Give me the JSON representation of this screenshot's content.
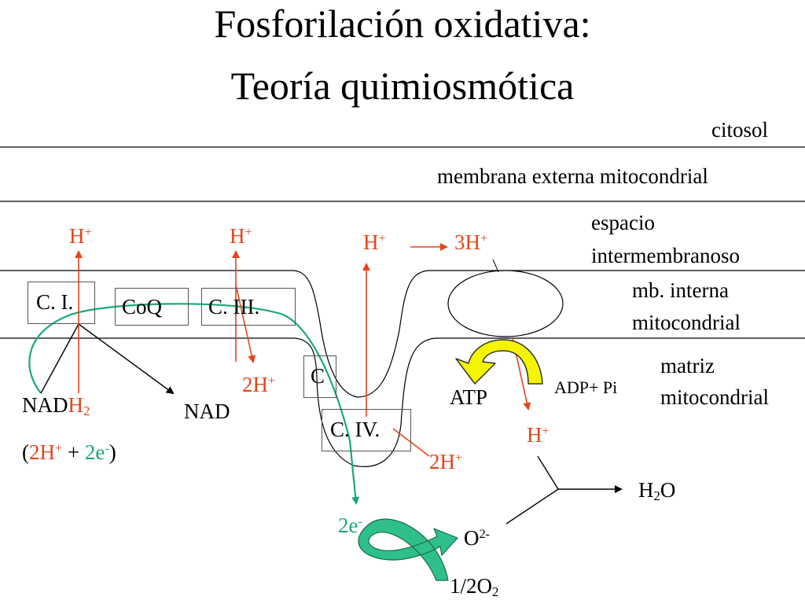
{
  "title": {
    "line1": "Fosforilación oxidativa:",
    "line2": "Teoría quimiosmótica"
  },
  "regions": {
    "cytosol": "citosol",
    "outer_membrane": "membrana externa mitocondrial",
    "intermembrane_line1": "espacio",
    "intermembrane_line2": "intermembranoso",
    "inner_membrane_line1": "mb. interna",
    "inner_membrane_line2": "mitocondrial",
    "matrix_line1": "matriz",
    "matrix_line2": "mitocondrial"
  },
  "complexes": {
    "c1": "C. I.",
    "coq": "CoQ",
    "c3": "C. III.",
    "c": "C",
    "c4": "C. IV."
  },
  "labels": {
    "h_base": "H",
    "plus": "+",
    "h1": "H",
    "h2": "H",
    "h3": "H",
    "h3_count": "3",
    "h_matrix_1_prefix": "2",
    "h_matrix_2_prefix": "2",
    "h_bottom": "H",
    "nad": "NAD",
    "nadh_prefix": "NAD",
    "nadh_suffix": "H",
    "nadh_sub": "2",
    "paren_open": "(",
    "two_h": "2H",
    "plus_sign": "+",
    "two_e": "2e",
    "minus": "-",
    "paren_close": ")",
    "atp": "ATP",
    "adp": "ADP+ Pi",
    "water_h": "H",
    "water_sub": "2",
    "water_o": "O",
    "oxygen_o": "O",
    "oxygen_charge": "2-",
    "electrons": "2e",
    "half_o2_prefix": "1/2O",
    "half_o2_sub": "2"
  },
  "colors": {
    "proton": "#e8431b",
    "electron": "#1aa77f",
    "atp_arrow": "#f5f500",
    "o2_arrow": "#2fbf8a"
  }
}
